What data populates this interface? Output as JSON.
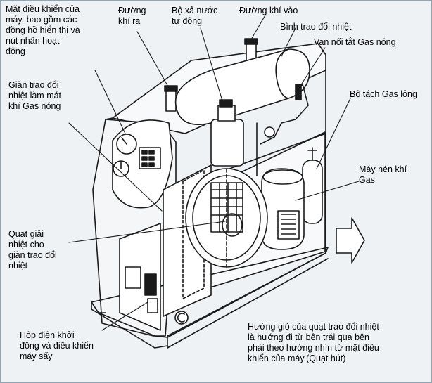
{
  "labels": {
    "control_panel": "Mặt điều khiển của\nmáy, bao gồm các\nđồng hồ hiển thị và\nnút nhấn hoạt\nđộng",
    "gas_out": "Đường\nkhí ra",
    "auto_drain": "Bộ xả nước\ntự động",
    "gas_in": "Đường khí vào",
    "heat_exchanger_tank": "Bình trao đổi nhiệt",
    "hot_gas_bypass_valve": "Van nối tắt Gas nóng",
    "condenser": "Giàn trao đổi\nnhiệt làm mát\nkhí Gas nóng",
    "liquid_separator": "Bộ tách Gas lỏng",
    "compressor": "Máy nén khí\nGas",
    "cooling_fan": "Quạt giải\nnhiệt cho\ngiàn trao đổi\nnhiệt",
    "electrical_box": "Hộp điện khởi\nđộng và điều khiển\nmáy sấy",
    "airflow_note": "Hướng gió của quạt trao đổi nhiệt\nlà hướng đi từ bên trái qua bên\nphải theo hướng nhìn từ mặt điều\nkhiển của máy.(Quạt hút)"
  },
  "colors": {
    "background": "#eef2f5",
    "line": "#1a1a1a",
    "text": "#000000"
  }
}
